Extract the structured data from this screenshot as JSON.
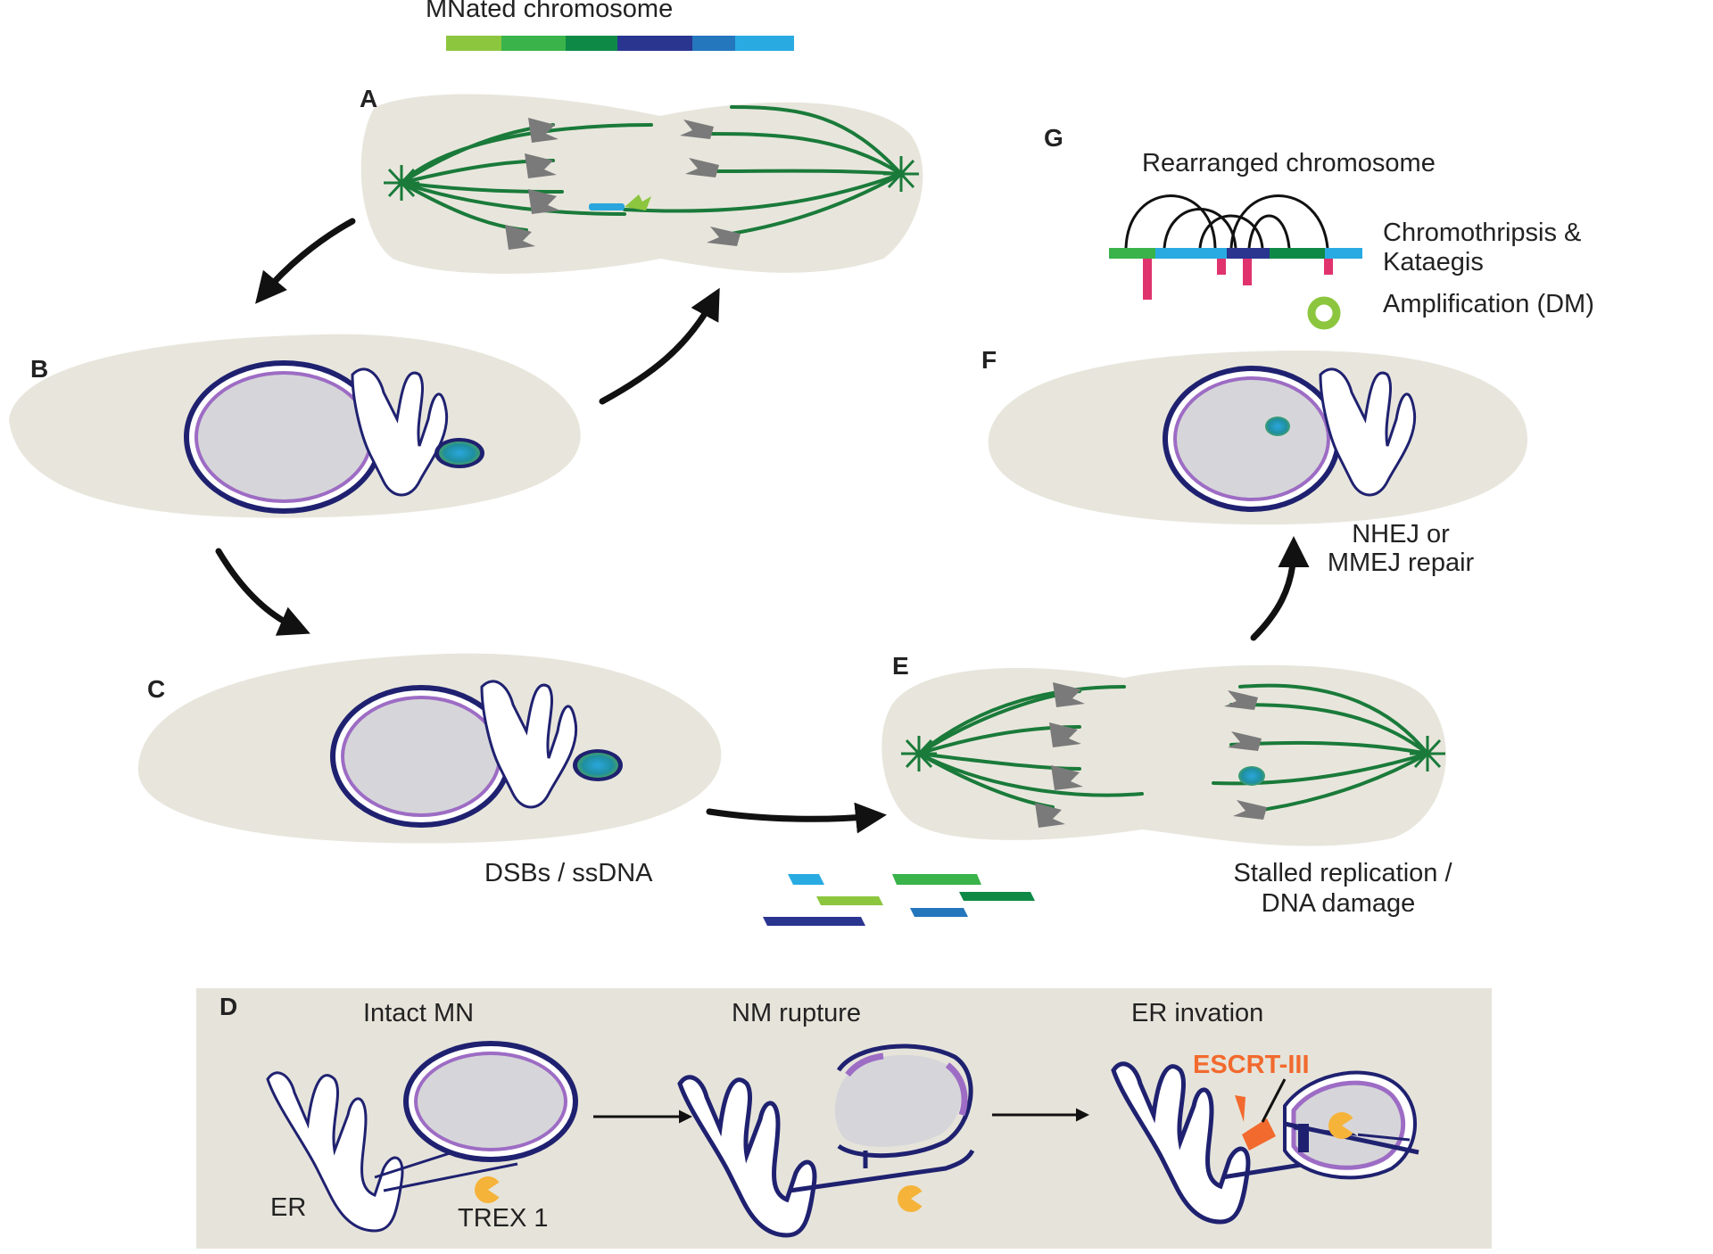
{
  "title": "MNated chromosome",
  "colors": {
    "cell": "#e8e6dc",
    "panel_d_bg": "#e6e4da",
    "spindle": "#1a7a3a",
    "chromosome": "#7a7a7a",
    "nuclear_envelope": "#1f2170",
    "lamina": "#9d6cc4",
    "nucleoplasm": "#d6d6da",
    "arrow": "#111111",
    "damage": "#e0336e",
    "escrt": "#f26a2e",
    "trex1": "#f6b33a",
    "dm": "#8cc63f"
  },
  "chromosome_bar_colors": [
    "#8cc63f",
    "#39b34a",
    "#0f8a46",
    "#2a3590",
    "#2476bd",
    "#29abe2"
  ],
  "panels": {
    "A": "A",
    "B": "B",
    "C": "C",
    "D": "D",
    "E": "E",
    "F": "F",
    "G": "G"
  },
  "panel_g": {
    "title": "Rearranged chromosome",
    "chromothripsis": "Chromothripsis &",
    "kataegis": "Kataegis",
    "amplification": "Amplification (DM)"
  },
  "captions": {
    "f_line1": "NHEJ or",
    "f_line2": "MMEJ repair",
    "dsbs": "DSBs / ssDNA",
    "stalled_line1": "Stalled replication /",
    "stalled_line2": "DNA damage"
  },
  "panel_d": {
    "step1": "Intact MN",
    "step2": "NM rupture",
    "step3": "ER invation",
    "er": "ER",
    "trex1": "TREX 1",
    "escrt": "ESCRT-III"
  }
}
